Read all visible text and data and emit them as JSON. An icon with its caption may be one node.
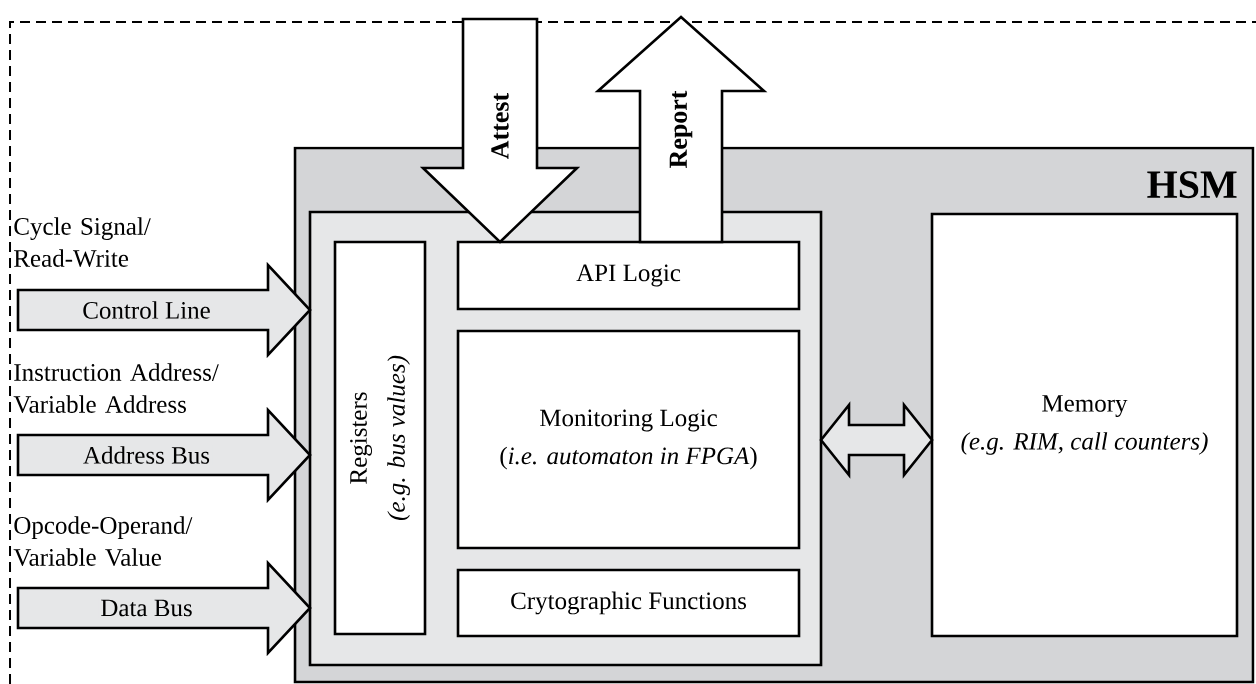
{
  "diagram": {
    "nodes": [
      {
        "text": [
          "HSM"
        ]
      },
      {
        "text": [],
        "shape": "box",
        "in": 0
      },
      {
        "text": [
          "Registers",
          "(e.g. bus values)"
        ],
        "in": 1
      },
      {
        "text": [
          "API Logic"
        ],
        "in": 1
      },
      {
        "text": [
          "Monitoring Logic",
          "(*i.e. automaton in FPGA*)"
        ],
        "in": 1
      },
      {
        "text": [
          "Crytographic Functions"
        ],
        "in": 1
      },
      {
        "text": [
          "Memory",
          "(e.g. RIM, call counters)"
        ],
        "in": 0
      }
    ],
    "edges": [
      {
        "from": null,
        "to": 1,
        "arrow": "to",
        "label": "Control Line"
      },
      {
        "from": null,
        "to": 1,
        "arrow": "to",
        "label": "Address Bus"
      },
      {
        "from": null,
        "to": 1,
        "arrow": "to",
        "label": "Data Bus"
      },
      {
        "from": null,
        "to": 3,
        "arrow": "to",
        "label": "Attest"
      },
      {
        "from": 3,
        "to": null,
        "arrow": "to",
        "label": "Report"
      },
      {
        "from": 1,
        "to": 6,
        "arrow": "both"
      }
    ],
    "labels": [
      "Cycle Signal/ Read-Write",
      "Instruction Address/ Variable Address",
      "Opcode-Operand/ Variable Value"
    ]
  }
}
